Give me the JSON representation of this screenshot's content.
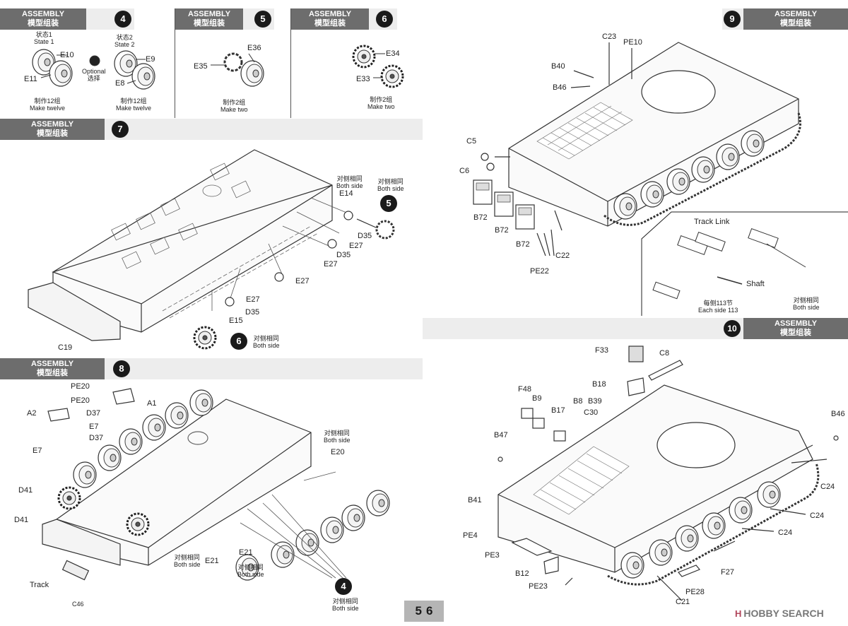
{
  "headers": {
    "assembly_en": "ASSEMBLY",
    "assembly_cn": "模型组装"
  },
  "steps": {
    "s4": "4",
    "s5": "5",
    "s6": "6",
    "s7": "7",
    "s8": "8",
    "s9": "9",
    "s10": "10"
  },
  "step4": {
    "state1_cn": "状态1",
    "state1_en": "State 1",
    "state2_cn": "状态2",
    "state2_en": "State 2",
    "optional_en": "Optional",
    "optional_cn": "选择",
    "make_cn": "制作12组",
    "make_en": "Make twelve",
    "make2_cn": "制作12组",
    "make2_en": "Make twelve",
    "parts": {
      "e10": "E10",
      "e11": "E11",
      "e9": "E9",
      "e8": "E8"
    }
  },
  "step5": {
    "make_cn": "制作2组",
    "make_en": "Make two",
    "parts": {
      "e36": "E36",
      "e35": "E35"
    }
  },
  "step6": {
    "make_cn": "制作2组",
    "make_en": "Make two",
    "parts": {
      "e34": "E34",
      "e33": "E33"
    }
  },
  "step7": {
    "both_cn": "对侧相同",
    "both_en": "Both side",
    "both2_cn": "对侧相同",
    "both2_en": "Both side",
    "both3_cn": "对侧相同",
    "both3_en": "Both side",
    "sub5": "5",
    "sub6": "6",
    "parts": {
      "e14": "E14",
      "d35a": "D35",
      "e27a": "E27",
      "d35b": "D35",
      "e27b": "E27",
      "e27c": "E27",
      "e27d": "E27",
      "d35c": "D35",
      "e15": "E15",
      "c19": "C19"
    }
  },
  "step8": {
    "both_cn": "对侧相同",
    "both_en": "Both side",
    "both2_cn": "对侧相同",
    "both2_en": "Both side",
    "both3_cn": "对侧相同",
    "both3_en": "Both side",
    "both4_cn": "对侧相同",
    "both4_en": "Both side",
    "sub4": "4",
    "parts": {
      "pe20a": "PE20",
      "pe20b": "PE20",
      "a1": "A1",
      "a2": "A2",
      "d37a": "D37",
      "e7a": "E7",
      "d37b": "D37",
      "e7b": "E7",
      "e20": "E20",
      "d41a": "D41",
      "d41b": "D41",
      "e21a": "E21",
      "e21b": "E21",
      "track": "Track",
      "c46": "C46"
    }
  },
  "step9": {
    "track_link": "Track Link",
    "shaft": "Shaft",
    "each_cn": "每侧113节",
    "each_en": "Each side 113",
    "both_cn": "对侧相同",
    "both_en": "Both side",
    "parts": {
      "c23": "C23",
      "pe10": "PE10",
      "b40": "B40",
      "b46": "B46",
      "c5": "C5",
      "c6": "C6",
      "b72a": "B72",
      "b72b": "B72",
      "b72c": "B72",
      "c22": "C22",
      "pe22": "PE22"
    }
  },
  "step10": {
    "parts": {
      "f33": "F33",
      "c8": "C8",
      "b18": "B18",
      "f48": "F48",
      "b9": "B9",
      "b8": "B8",
      "b39": "B39",
      "b17": "B17",
      "c30": "C30",
      "b46": "B46",
      "b47": "B47",
      "c24a": "C24",
      "b41": "B41",
      "c24b": "C24",
      "c24c": "C24",
      "pe4": "PE4",
      "pe3": "PE3",
      "f27": "F27",
      "b12": "B12",
      "pe23": "PE23",
      "pe28": "PE28",
      "c21": "C21"
    }
  },
  "footer": {
    "page_left": "5",
    "page_right": "6",
    "logo": "HOBBY SEARCH",
    "logo_mark": "H"
  }
}
